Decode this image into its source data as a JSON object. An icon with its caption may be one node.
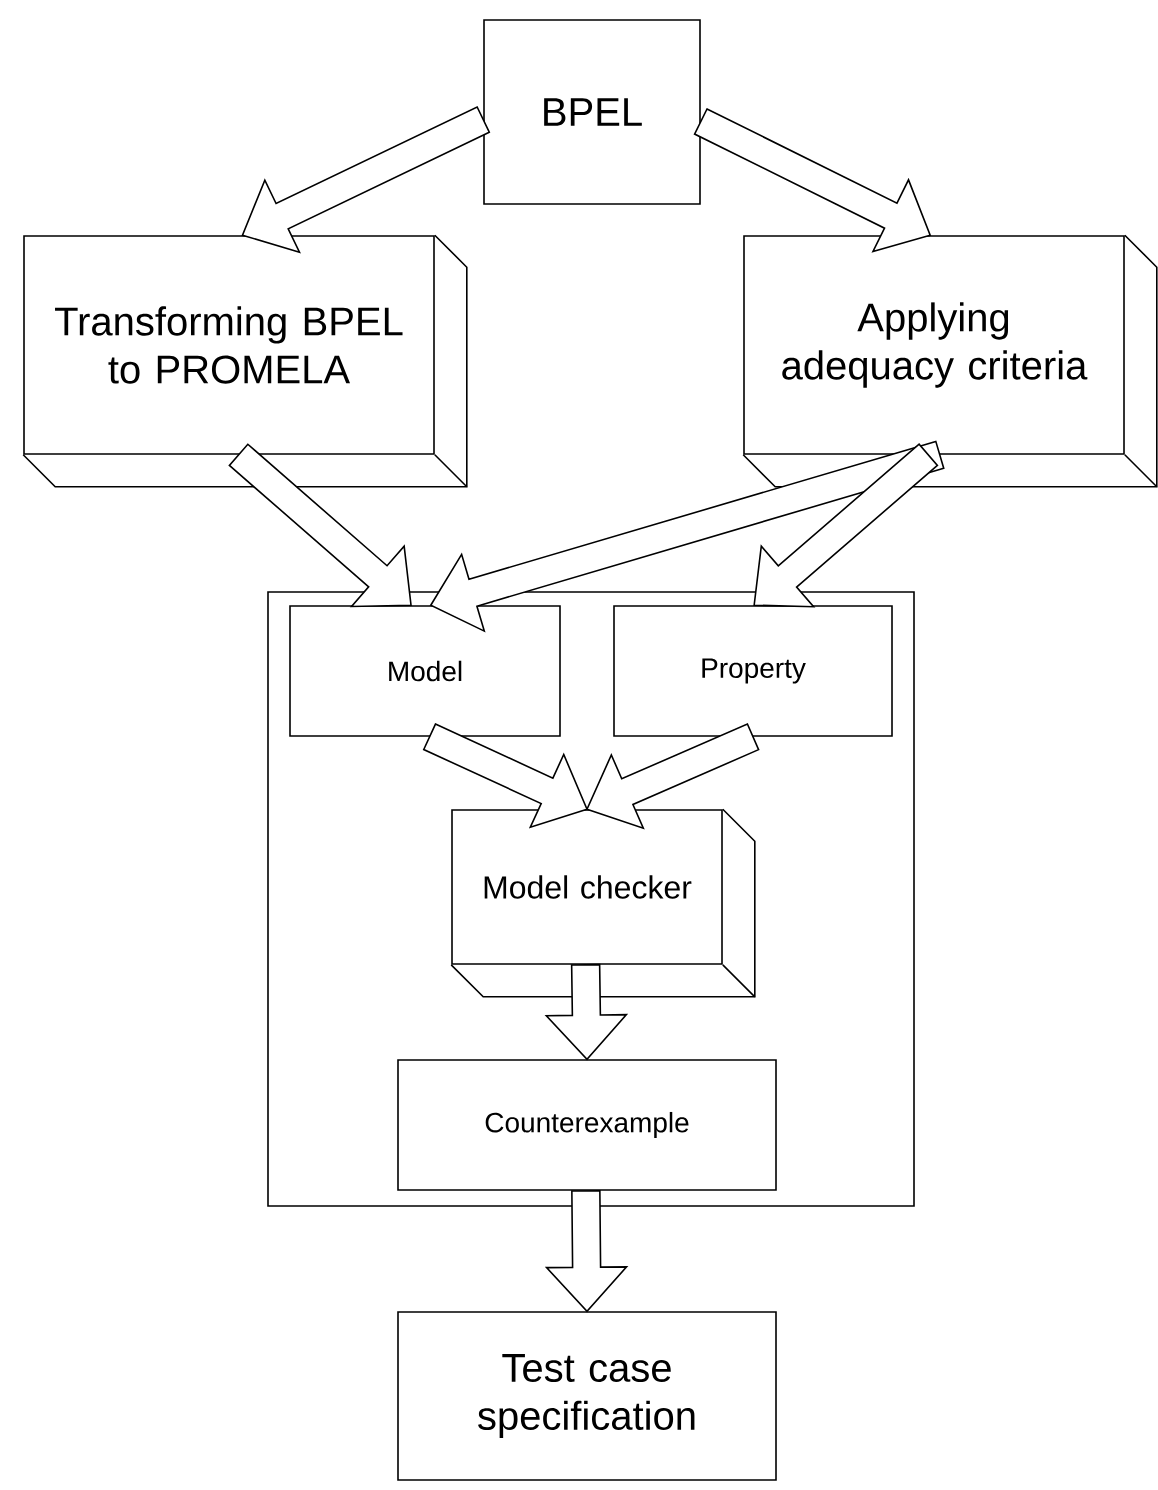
{
  "diagram": {
    "nodes": [
      {
        "text": [
          "BPEL"
        ]
      },
      {
        "text": [
          "Transforming BPEL to PROMELA"
        ]
      },
      {
        "text": [
          "Applying adequacy criteria"
        ]
      },
      {
        "text": [],
        "shape": "box"
      },
      {
        "text": [
          "Model"
        ],
        "in": 3
      },
      {
        "text": [
          "Property"
        ],
        "in": 3
      },
      {
        "text": [
          "Model checker"
        ],
        "in": 3
      },
      {
        "text": [
          "Counterexample"
        ],
        "in": 3
      },
      {
        "text": [
          "Test case specification"
        ]
      }
    ],
    "edges": [
      {
        "from": 0,
        "to": 1,
        "arrow": "to"
      },
      {
        "from": 0,
        "to": 2,
        "arrow": "to"
      },
      {
        "from": 1,
        "to": 4,
        "arrow": "to"
      },
      {
        "from": 2,
        "to": 4,
        "arrow": "to"
      },
      {
        "from": 2,
        "to": 5,
        "arrow": "to"
      },
      {
        "from": 4,
        "to": 6,
        "arrow": "to"
      },
      {
        "from": 5,
        "to": 6,
        "arrow": "to"
      },
      {
        "from": 6,
        "to": 7,
        "arrow": "to"
      },
      {
        "from": 7,
        "to": 8,
        "arrow": "to"
      }
    ]
  }
}
